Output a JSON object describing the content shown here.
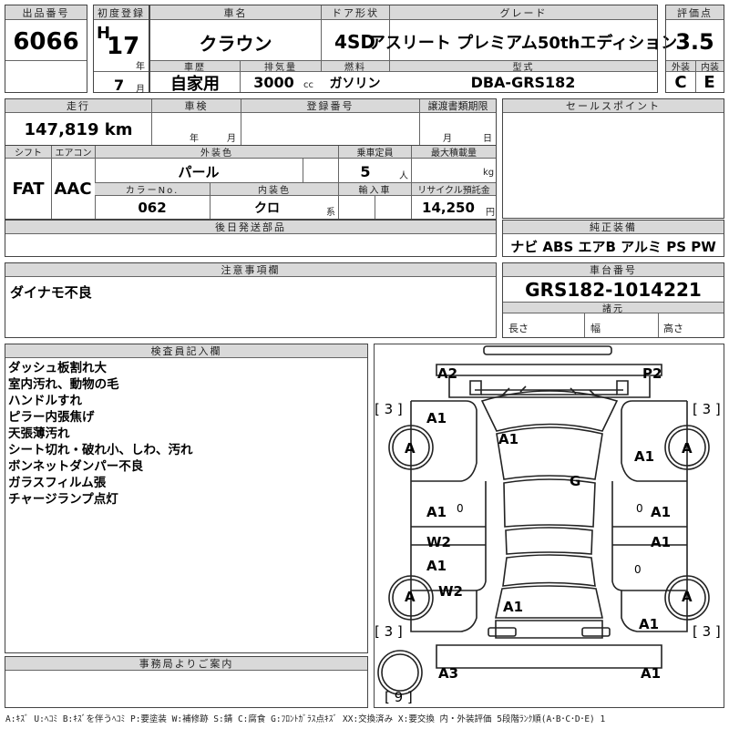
{
  "header": {
    "lot_no_label": "出品番号",
    "lot_no": "6066",
    "first_reg_label": "初度登録",
    "era": "H",
    "year": "17",
    "year_unit": "年",
    "month": "7",
    "month_unit": "月",
    "car_name_label": "車名",
    "car_name": "クラウン",
    "door_label": "ドア形状",
    "door": "4SD",
    "grade_label": "グレード",
    "grade": "アスリート プレミアム50thエディション",
    "score_label": "評価点",
    "score": "3.5",
    "history_label": "車歴",
    "history": "自家用",
    "displacement_label": "排気量",
    "displacement": "3000",
    "displacement_unit": "cc",
    "fuel_label": "燃料",
    "fuel": "ガソリン",
    "model_label": "型式",
    "model": "DBA-GRS182",
    "exterior_label": "外装",
    "exterior": "C",
    "interior_label": "内装",
    "interior": "E"
  },
  "row2": {
    "mileage_label": "走行",
    "mileage": "147,819 km",
    "inspection_label": "車検",
    "year_unit": "年",
    "month_unit": "月",
    "reg_no_label": "登録番号",
    "transfer_label": "譲渡書類期限",
    "tr_month": "月",
    "tr_day": "日",
    "sales_point_label": "セールスポイント"
  },
  "row3": {
    "shift_label": "シフト",
    "shift": "FAT",
    "aircon_label": "エアコン",
    "aircon": "AAC",
    "ext_color_label": "外装色",
    "ext_color": "パール",
    "capacity_label": "乗車定員",
    "capacity": "5",
    "capacity_unit": "人",
    "max_load_label": "最大積載量",
    "max_load_unit": "kg",
    "color_no_label": "カラーNo.",
    "color_no": "062",
    "int_color_label": "内装色",
    "int_color": "クロ",
    "int_color_unit": "系",
    "import_label": "輸入車",
    "recycle_label": "リサイクル預託金",
    "recycle": "14,250",
    "recycle_unit": "円"
  },
  "deferred_label": "後日発送部品",
  "equipment_label": "純正装備",
  "equipment": "ナビ ABS エアB アルミ PS PW",
  "caution_label": "注意事項欄",
  "caution": "ダイナモ不良",
  "chassis_label": "車台番号",
  "chassis": "GRS182-1014221",
  "dims_label": "諸元",
  "dims": {
    "length": "長さ",
    "width": "幅",
    "height": "高さ"
  },
  "inspector_label": "検査員記入欄",
  "inspector_notes": [
    "ダッシュ板割れ大",
    "室内汚れ、動物の毛",
    "ハンドルすれ",
    "ピラー内張焦げ",
    "天張薄汚れ",
    "シート切れ・破れ小、しわ、汚れ",
    "ボンネットダンパー不良",
    "ガラスフィルム張",
    "チャージランプ点灯"
  ],
  "office_label": "事務局よりご案内",
  "diagram": {
    "tl": "A2",
    "tr": "P2",
    "b_fl": "[ 3 ]",
    "b_fr": "[ 3 ]",
    "b_rl": "[ 3 ]",
    "b_rr": "[ 3 ]",
    "b_spare": "[ 9 ]",
    "wheel": "A",
    "front_fender_l": "A1",
    "front_fender_r": "A1",
    "hood": "A1",
    "roof": "G",
    "door_fl": "A1",
    "door_fr": "A1",
    "w2_l": "W2",
    "door_rl": "A1",
    "door_rr": "A1",
    "w2_rl": "W2",
    "trunk": "A1",
    "rear_fender_r": "A1",
    "bumper_rl": "A3",
    "bumper_rr": "A1",
    "zero1": "0",
    "zero2": "0",
    "zero3": "0"
  },
  "legend": "A:ｷｽﾞ U:ﾍｺﾐ B:ｷｽﾞを伴うﾍｺﾐ P:要塗装 W:補修跡 S:錆 C:腐食 G:ﾌﾛﾝﾄｶﾞﾗｽ点ｷｽﾞ XX:交換済み X:要交換 内・外装評価 5段階ﾗﾝｸ順(A･B･C･D･E) 1"
}
